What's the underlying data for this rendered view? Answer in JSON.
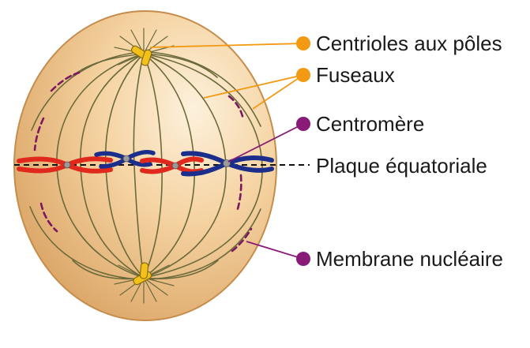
{
  "diagram": {
    "labels": {
      "centrioles": "Centrioles aux pôles",
      "fuseaux": "Fuseaux",
      "centromere": "Centromère",
      "plaque": "Plaque équatoriale",
      "membrane": "Membrane nucléaire"
    },
    "colors": {
      "cell_light": "#fbe6c6",
      "cell_mid": "#f0c68e",
      "cell_dark": "#d9a262",
      "cell_outline": "#c68c4c",
      "fibers": "#6b6a3a",
      "centriole": "#f2c21a",
      "chromosome_red": "#e0281c",
      "chromosome_blue": "#1c2e8c",
      "centromere": "#9a9a9a",
      "membrane": "#7a1860",
      "orange_callout": "#f39a13",
      "purple_callout": "#8a1a78"
    }
  }
}
